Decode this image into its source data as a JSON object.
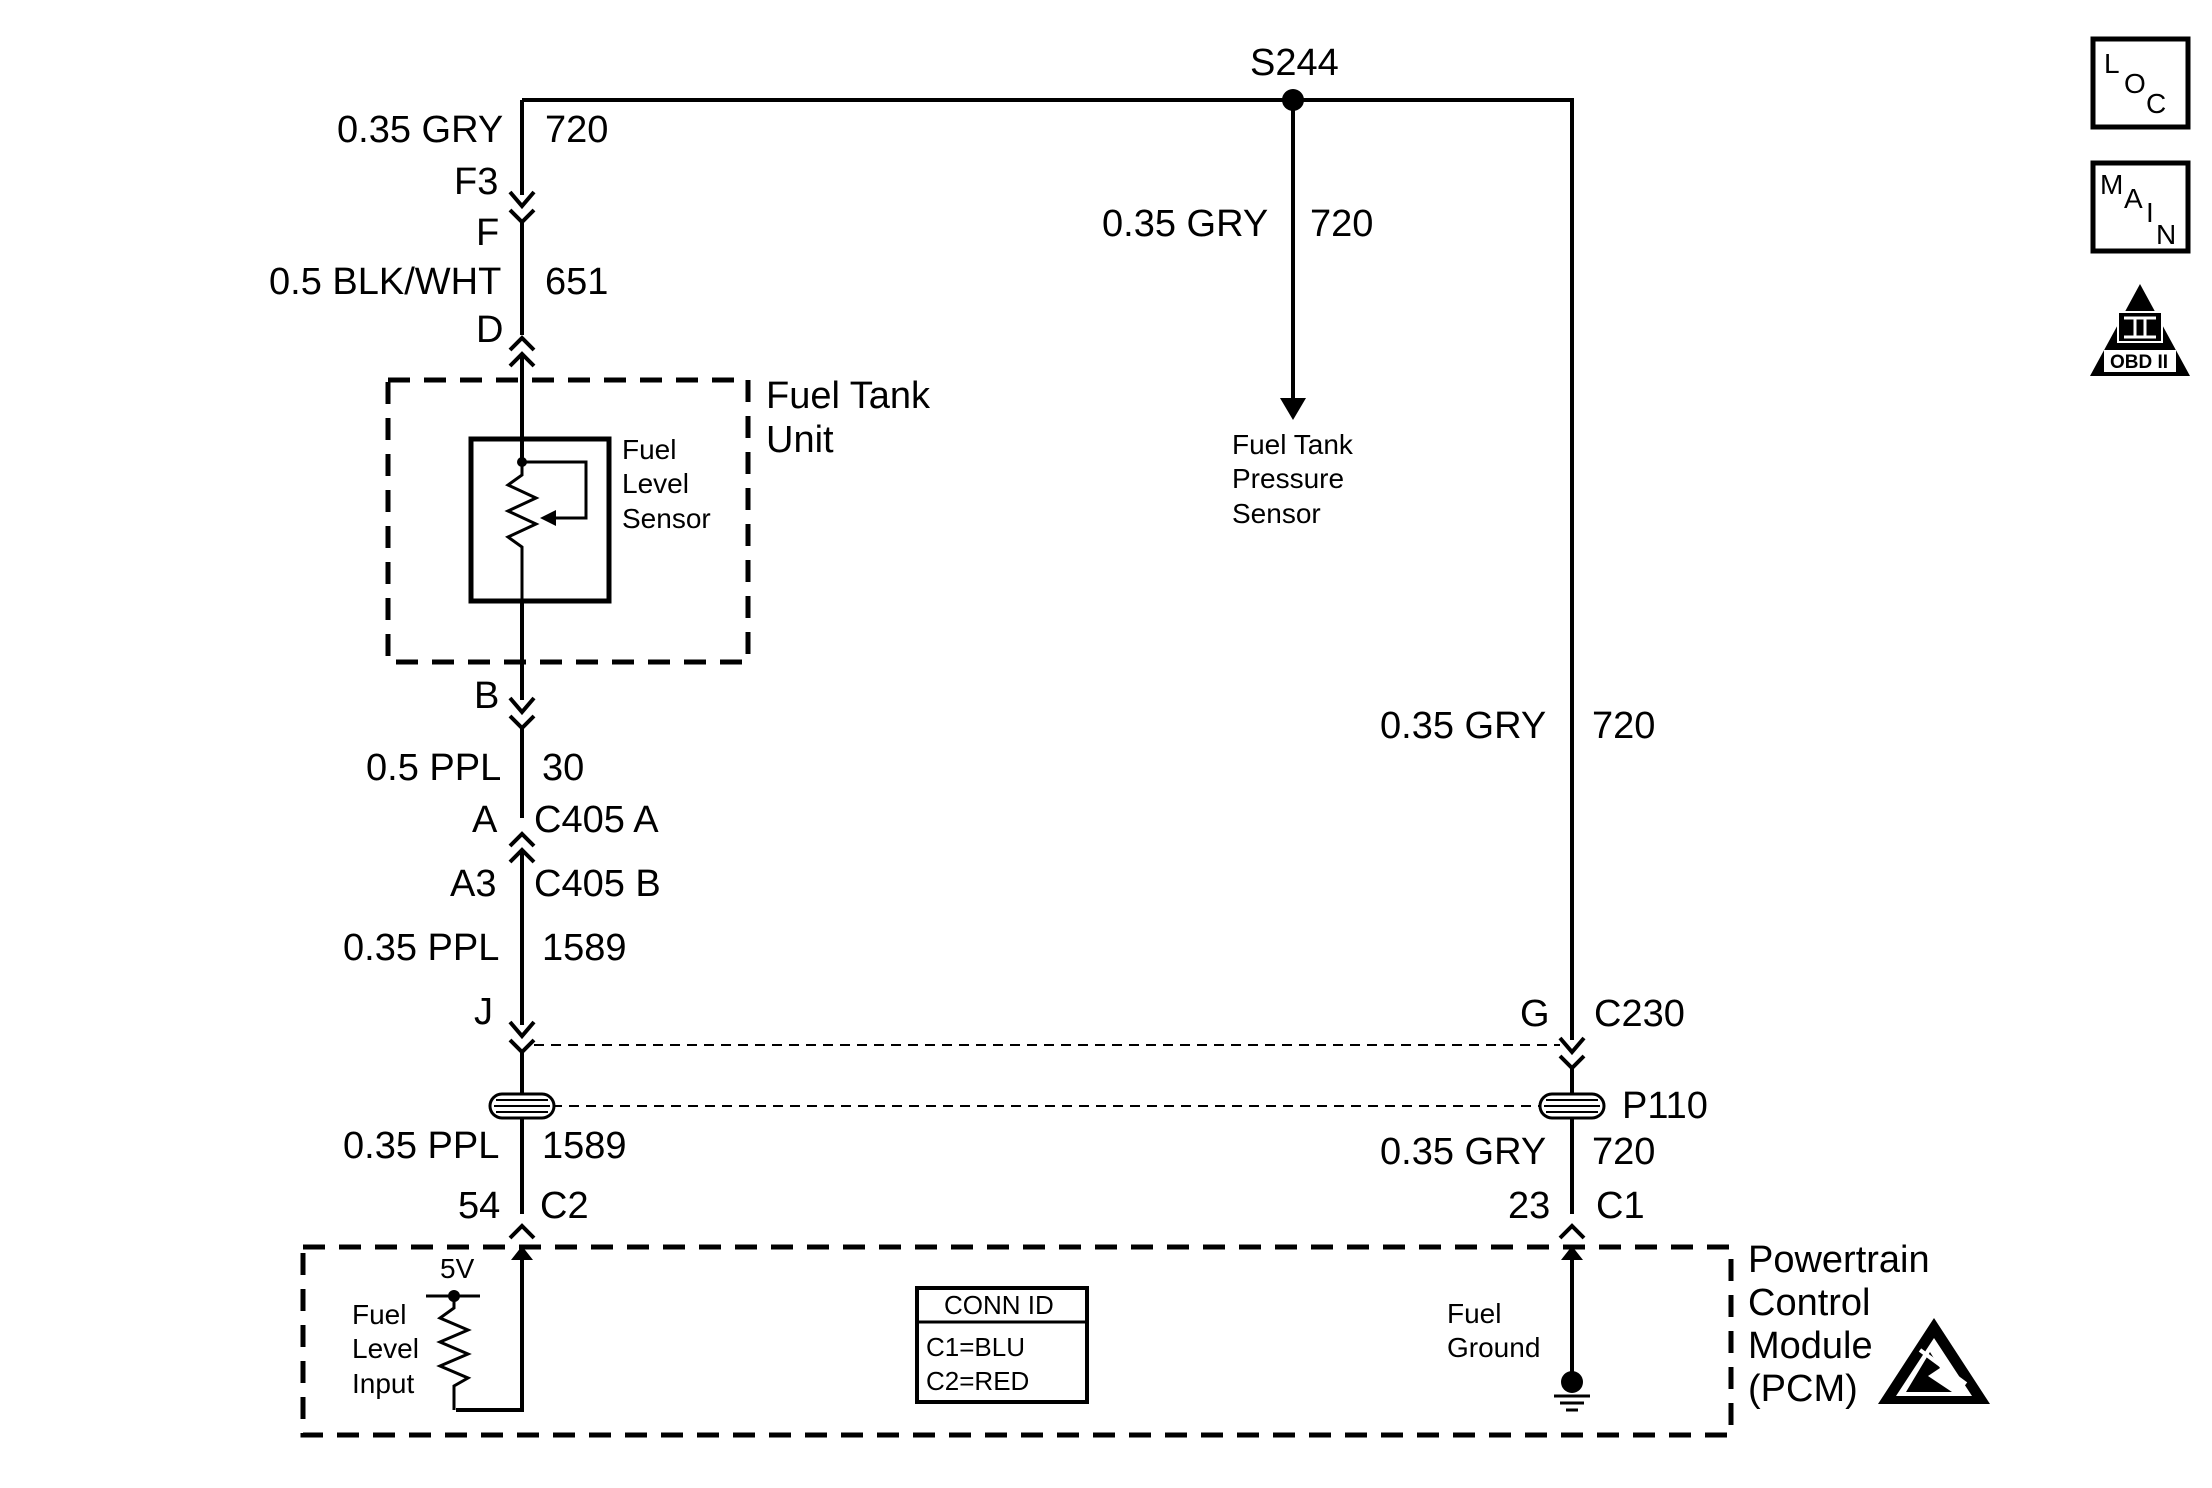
{
  "splice": "S244",
  "wires": {
    "gry_top_left": {
      "gauge_color": "0.35 GRY",
      "circuit": "720"
    },
    "gry_branch": {
      "gauge_color": "0.35 GRY",
      "circuit": "720"
    },
    "gry_right": {
      "gauge_color": "0.35 GRY",
      "circuit": "720"
    },
    "blk_wht": {
      "gauge_color": "0.5 BLK/WHT",
      "circuit": "651"
    },
    "ppl_30": {
      "gauge_color": "0.5 PPL",
      "circuit": "30"
    },
    "ppl_1589_a": {
      "gauge_color": "0.35 PPL",
      "circuit": "1589"
    },
    "ppl_1589_b": {
      "gauge_color": "0.35 PPL",
      "circuit": "1589"
    },
    "gry_bottom": {
      "gauge_color": "0.35 GRY",
      "circuit": "720"
    }
  },
  "pins": {
    "f3": "F3",
    "f": "F",
    "d": "D",
    "b": "B",
    "a": "A",
    "c405a": "C405 A",
    "a3": "A3",
    "c405b": "C405 B",
    "j": "J",
    "g": "G",
    "c230": "C230",
    "p110": "P110",
    "pin54": "54",
    "c2": "C2",
    "pin23": "23",
    "c1": "C1"
  },
  "components": {
    "fuel_tank_unit": [
      "Fuel Tank",
      "Unit"
    ],
    "fuel_level_sensor": [
      "Fuel",
      "Level",
      "Sensor"
    ],
    "fuel_tank_pressure_sensor": [
      "Fuel Tank",
      "Pressure",
      "Sensor"
    ],
    "pcm": [
      "Powertrain",
      "Control",
      "Module",
      "(PCM)"
    ],
    "fuel_level_input": [
      "Fuel",
      "Level",
      "Input"
    ],
    "fuel_ground": [
      "Fuel",
      "Ground"
    ],
    "five_volt": "5V"
  },
  "conn_id": {
    "title": "CONN ID",
    "c1": "C1=BLU",
    "c2": "C2=RED"
  },
  "icons": {
    "loc": [
      "L",
      "O",
      "C"
    ],
    "main": [
      "M",
      "A",
      "I",
      "N"
    ],
    "obd": {
      "roman": "II",
      "label": "OBD II"
    }
  }
}
